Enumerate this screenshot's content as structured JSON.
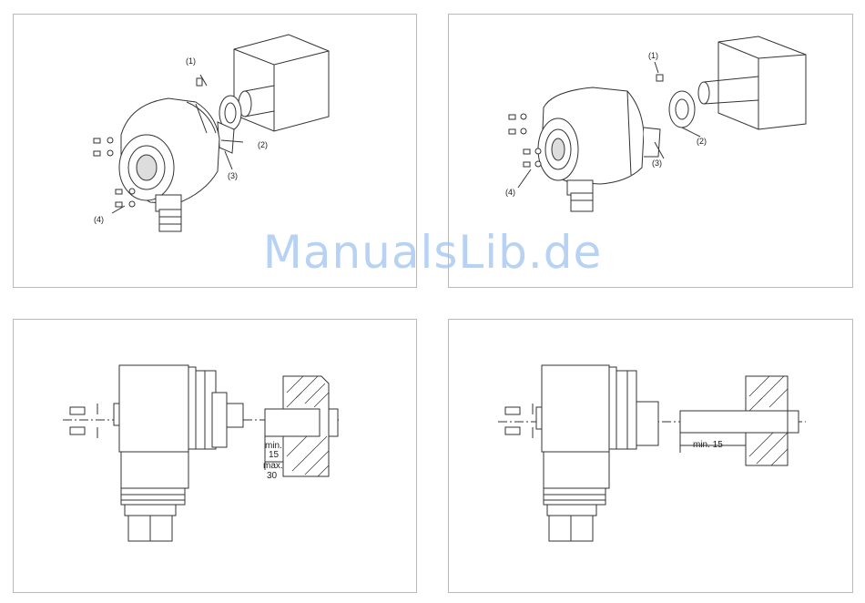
{
  "watermark": "ManualsLib.de",
  "panel_tl": {
    "callouts": [
      "(1)",
      "(2)",
      "(3)",
      "(4)"
    ]
  },
  "panel_tr": {
    "callouts": [
      "(1)",
      "(2)",
      "(3)",
      "(4)"
    ]
  },
  "panel_bl": {
    "dim_min": "min.",
    "dim_min_value": "15",
    "dim_max": "max.",
    "dim_max_value": "30"
  },
  "panel_br": {
    "dim_min": "min. 15"
  },
  "colors": {
    "line": "#333333",
    "border": "#b9b9b9",
    "watermark": "#9fc4ef"
  }
}
